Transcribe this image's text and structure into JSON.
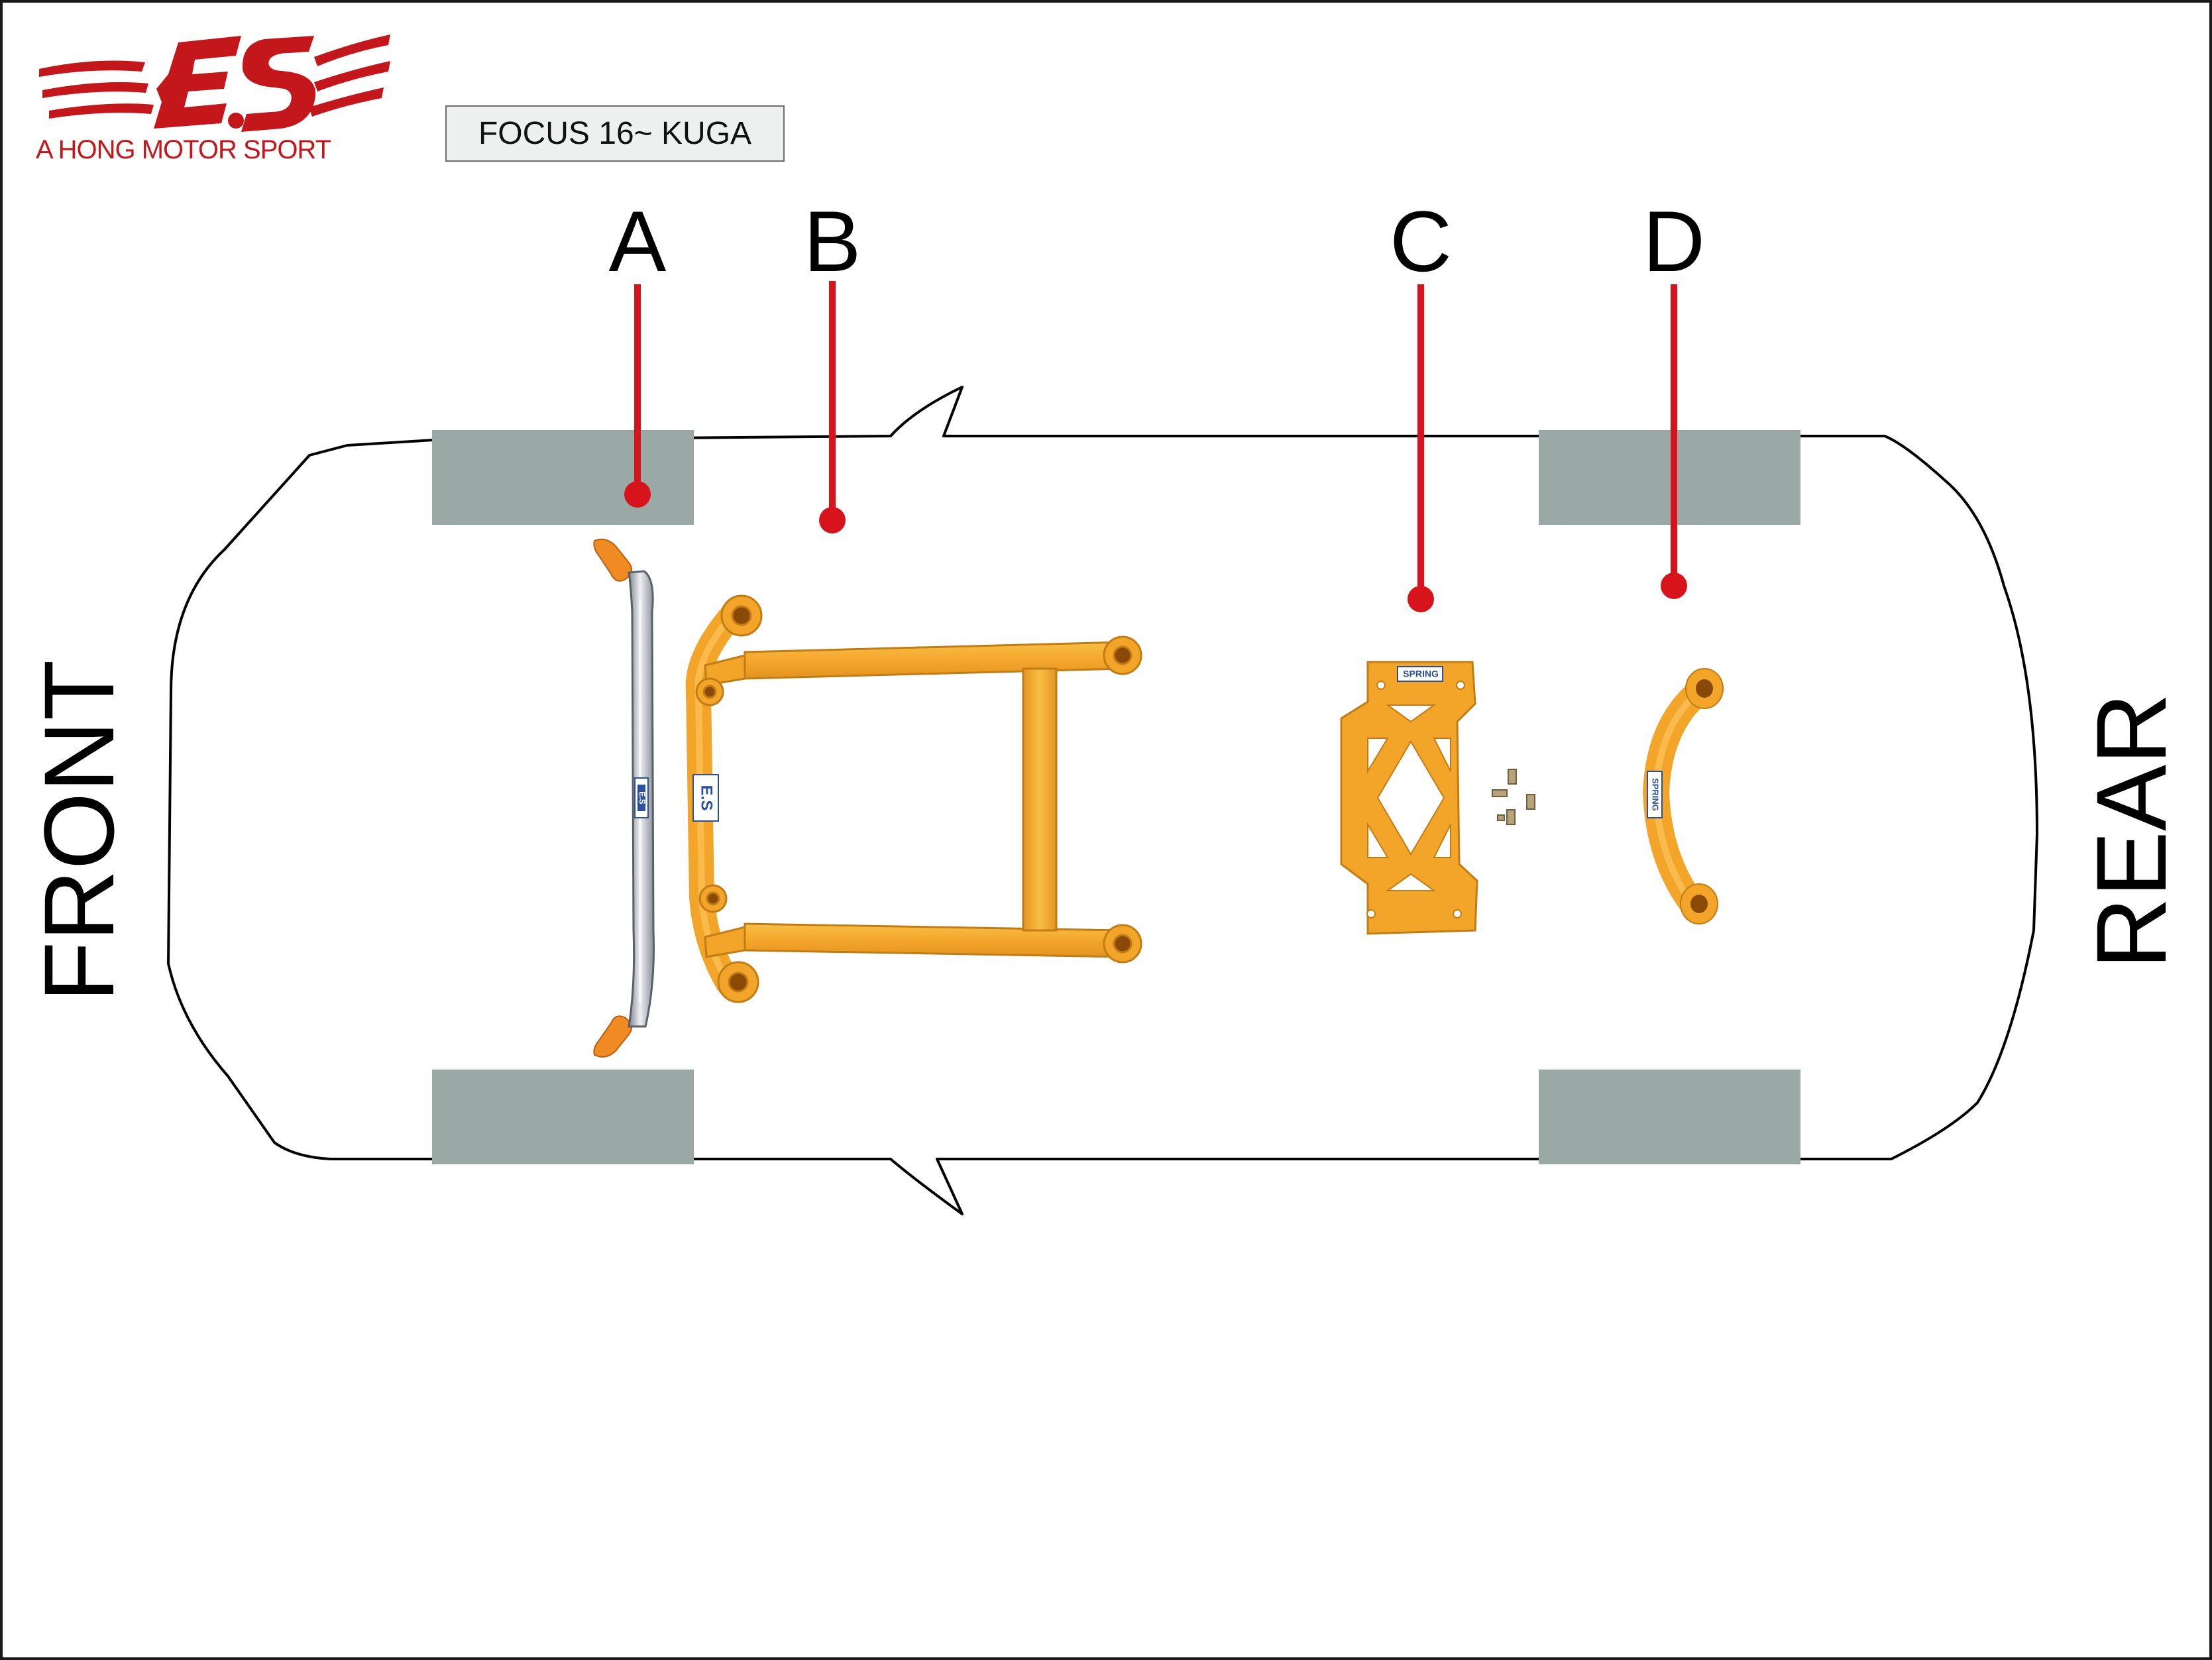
{
  "brand": {
    "logo_mark": "E.S",
    "tagline": "A HONG MOTOR SPORT",
    "color": "#c4171c"
  },
  "model_label": "FOCUS 16~ KUGA",
  "orientation": {
    "front": "FRONT",
    "rear": "REAR"
  },
  "callouts": [
    {
      "letter": "A",
      "part": "front strut tower bar"
    },
    {
      "letter": "B",
      "part": "front lower subframe brace"
    },
    {
      "letter": "C",
      "part": "center underbody plate"
    },
    {
      "letter": "D",
      "part": "rear lower brace"
    }
  ],
  "part_labels": {
    "a_badge": "E.S",
    "b_badge": "E.S",
    "c_badge": "SPRING",
    "d_badge": "SPRING"
  },
  "colors": {
    "callout_red": "#d7141b",
    "part_orange": "#f3a52a",
    "part_silver": "#bfc3c8",
    "wheel_gray": "#9aa9a5",
    "outline": "#000000"
  }
}
